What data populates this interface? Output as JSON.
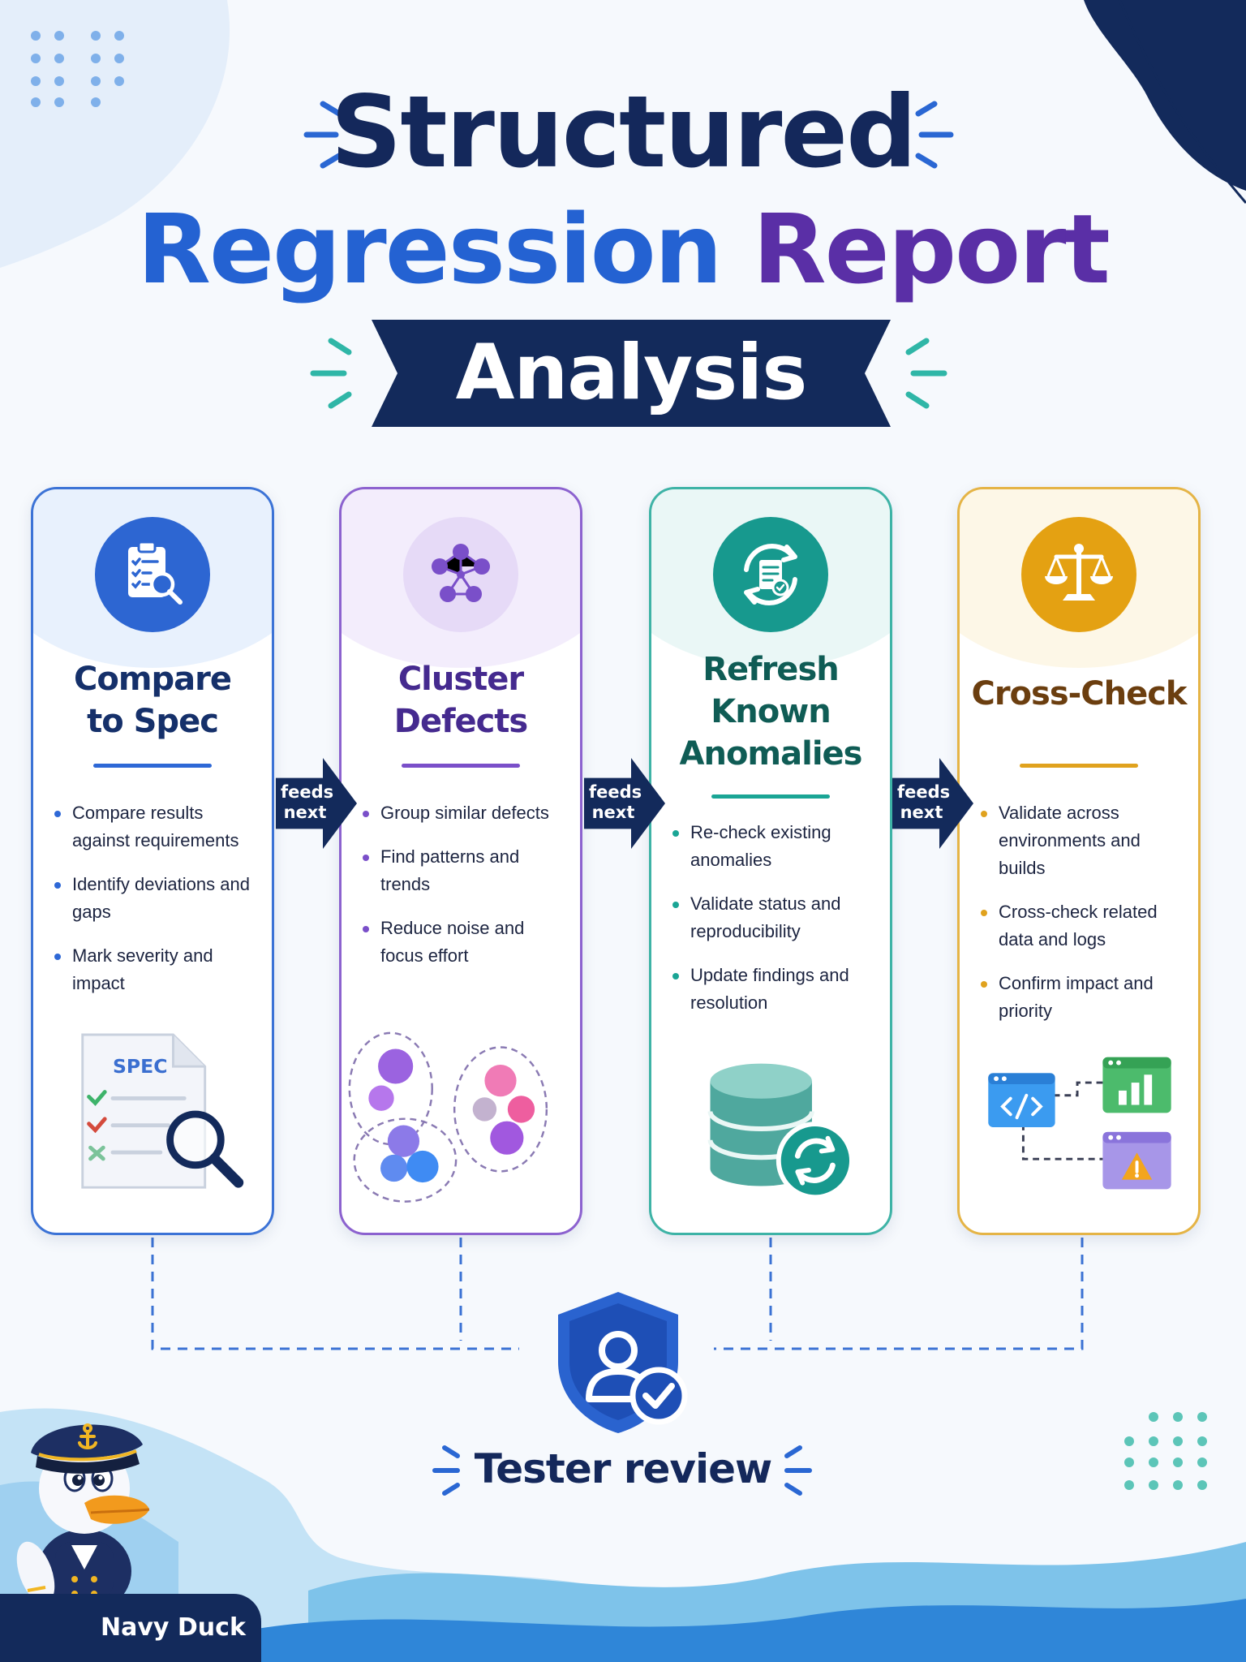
{
  "title": {
    "line1": "Structured",
    "line2_part1": "Regression",
    "line2_part2": "Report",
    "banner": "Analysis"
  },
  "colors": {
    "navy": "#132a5b",
    "blue": "#2462d2",
    "purple": "#5a2fa6",
    "teal": "#17998e",
    "gold": "#e4a112"
  },
  "steps": [
    {
      "title_lines": [
        "Compare",
        "to Spec"
      ],
      "icon": "clipboard-magnifier-icon",
      "bullets": [
        "Compare results against requirements",
        "Identify deviations and gaps",
        "Mark severity and impact"
      ],
      "illustration_label": "SPEC"
    },
    {
      "title_lines": [
        "Cluster",
        "Defects"
      ],
      "icon": "network-nodes-icon",
      "bullets": [
        "Group similar defects",
        "Find patterns and trends",
        "Reduce noise and focus effort"
      ]
    },
    {
      "title_lines": [
        "Refresh",
        "Known",
        "Anomalies"
      ],
      "icon": "refresh-document-icon",
      "bullets": [
        "Re-check existing anomalies",
        "Validate status and reproducibility",
        "Update findings and resolution"
      ]
    },
    {
      "title_lines": [
        "Cross-Check"
      ],
      "icon": "balance-scale-icon",
      "bullets": [
        "Validate across environments and builds",
        "Cross-check related data and logs",
        "Confirm impact and priority"
      ]
    }
  ],
  "arrows": [
    {
      "line1": "feeds",
      "line2": "next"
    },
    {
      "line1": "feeds",
      "line2": "next"
    },
    {
      "line1": "feeds",
      "line2": "next"
    }
  ],
  "review": {
    "label": "Tester review",
    "icon": "shield-user-check-icon"
  },
  "mascot": {
    "name": "Navy Duck",
    "icon": "navy-duck-mascot"
  }
}
